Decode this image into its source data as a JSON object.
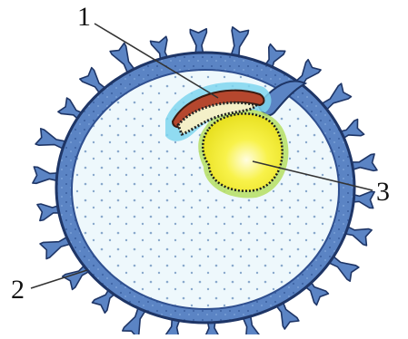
{
  "labels": {
    "one": "1",
    "two": "2",
    "three": "3"
  },
  "colors": {
    "chorion": "#5b84c4",
    "chorion_dark": "#2f4f8f",
    "cavity": "#eef8fc",
    "dots": "#8aa9cc",
    "yolk_sac": "#f7f03e",
    "yolk_sac_glow": "#b8e06a",
    "amnion": "#b5472e",
    "embryo_disc": "#222222",
    "blue_glow": "#4cc3e6"
  }
}
